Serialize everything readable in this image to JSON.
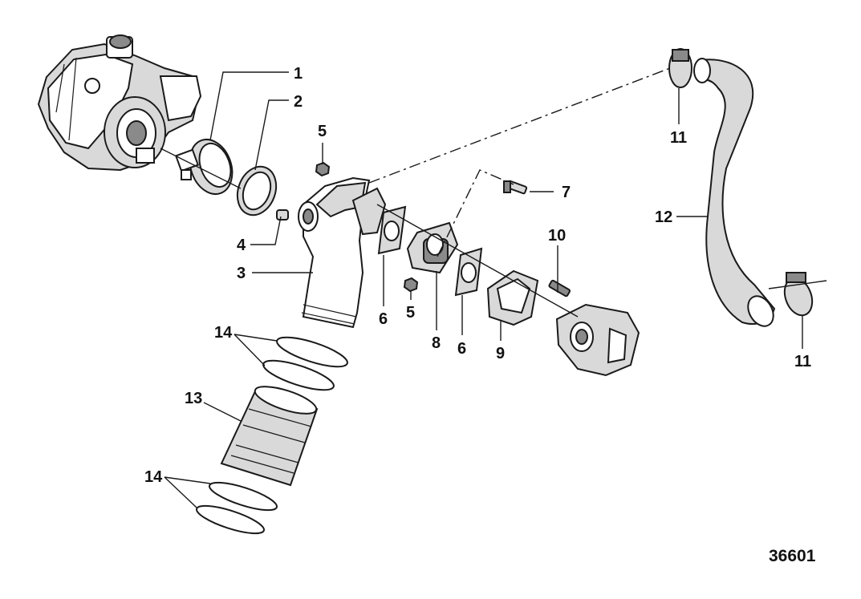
{
  "diagram": {
    "figure_number": "36601",
    "callouts": {
      "c1": "1",
      "c2": "2",
      "c3": "3",
      "c4": "4",
      "c5a": "5",
      "c5b": "5",
      "c6a": "6",
      "c6b": "6",
      "c7": "7",
      "c8": "8",
      "c9": "9",
      "c10": "10",
      "c11a": "11",
      "c11b": "11",
      "c12": "12",
      "c13": "13",
      "c14a": "14",
      "c14b": "14"
    }
  }
}
